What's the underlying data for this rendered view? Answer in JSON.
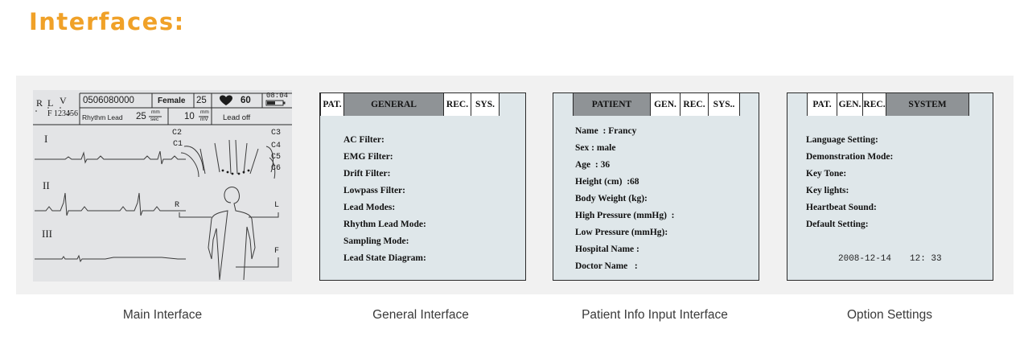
{
  "page_title": "Interfaces:",
  "captions": [
    "Main Interface",
    "General Interface",
    "Patient Info Input Interface",
    "Option Settings"
  ],
  "main_interface": {
    "lead_marks": [
      "R",
      "L",
      "V"
    ],
    "patient_id": "0506080000",
    "gender": "Female",
    "age": "25",
    "heart_rate": "60",
    "time": "08:04",
    "lead_numbers": "F 123456",
    "rhythm_lead": "Rhythm Lead",
    "speed_value": "25",
    "speed_unit_top": "mm",
    "speed_unit_bottom": "sec",
    "gain_value": "10",
    "gain_unit_top": "mm",
    "gain_unit_bottom": "mV",
    "lead_status": "Lead off",
    "trace_labels": [
      "I",
      "II",
      "III"
    ],
    "chest_labels": [
      "C2",
      "C1",
      "C3",
      "C4",
      "C5",
      "C6"
    ],
    "limb_labels": [
      "R",
      "L",
      "F"
    ],
    "colors": {
      "screen_bg": "#e3e4e6",
      "ink": "#1c1c1c"
    }
  },
  "general_interface": {
    "tabs": [
      "PAT.",
      "GENERAL",
      "REC.",
      "SYS."
    ],
    "active_tab": "GENERAL",
    "fields": [
      "AC Filter:",
      "EMG Filter:",
      "Drift Filter:",
      "Lowpass Filter:",
      "Lead Modes:",
      "Rhythm Lead Mode:",
      "Sampling Mode:",
      "Lead State Diagram:"
    ]
  },
  "patient_interface": {
    "tabs": [
      "PATIENT",
      "GEN.",
      "REC.",
      "SYS.."
    ],
    "active_tab": "PATIENT",
    "fields": [
      "Name  : Francy",
      "Sex : male",
      "Age  : 36",
      "Height (cm)  :68",
      "Body Weight (kg):",
      "High Pressure (mmHg)  :",
      "Low Pressure (mmHg):",
      "Hospital Name :",
      "Doctor Name   :"
    ]
  },
  "system_interface": {
    "tabs": [
      "PAT.",
      "GEN.",
      "REC.",
      "SYSTEM"
    ],
    "active_tab": "SYSTEM",
    "fields": [
      "Language Setting:",
      "Demonstration Mode:",
      "Key Tone:",
      "Key lights:",
      "Heartbeat Sound:",
      "Default Setting:"
    ],
    "date": "2008-12-14",
    "time": "12: 33"
  },
  "colors": {
    "title_orange": "#f0a128",
    "band_gray": "#f1f1f1",
    "screen_blue_gray": "#dfe7ea",
    "active_tab_gray": "#8f9396"
  }
}
